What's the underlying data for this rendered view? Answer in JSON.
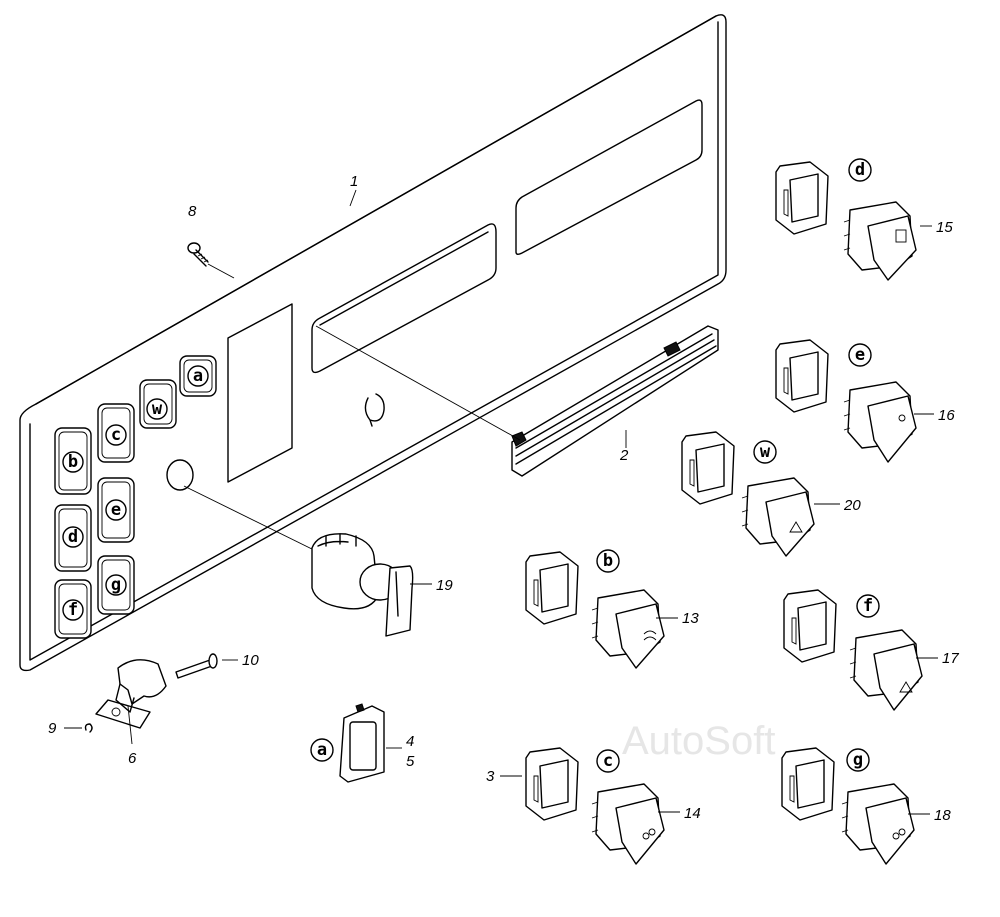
{
  "watermark": "AutoSoft",
  "callouts": {
    "n1": "1",
    "n2": "2",
    "n3": "3",
    "n4": "4",
    "n5": "5",
    "n6": "6",
    "n8": "8",
    "n9": "9",
    "n10": "10",
    "n13": "13",
    "n14": "14",
    "n15": "15",
    "n16": "16",
    "n17": "17",
    "n18": "18",
    "n19": "19",
    "n20": "20"
  },
  "letters": {
    "a": "a",
    "b": "b",
    "c": "c",
    "d": "d",
    "e": "e",
    "f": "f",
    "g": "g",
    "w": "w"
  }
}
